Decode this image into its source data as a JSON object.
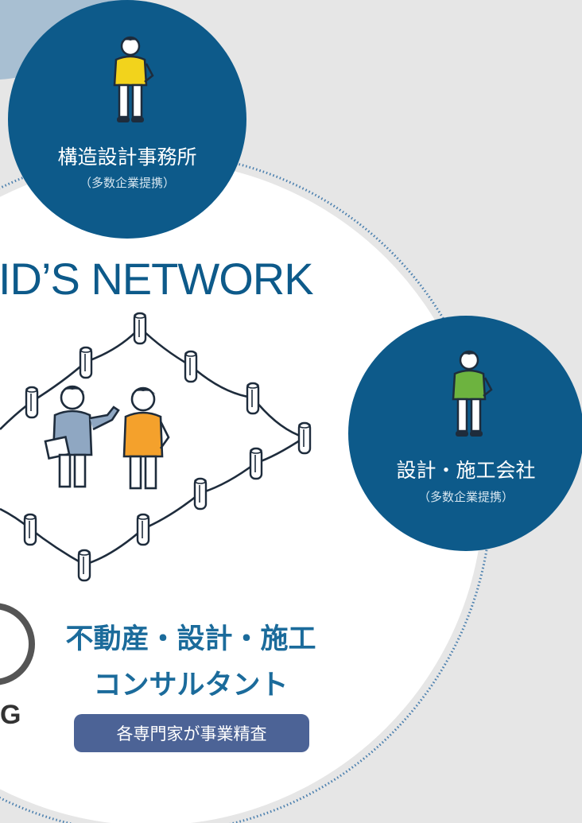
{
  "network": {
    "title": "ID’S NETWORK"
  },
  "nodes": {
    "structural": {
      "name": "構造設計事務所",
      "note": "（多数企業提携）",
      "shirt_color": "#f2d31c"
    },
    "construction": {
      "name": "設計・施工会社",
      "note": "（多数企業提携）",
      "shirt_color": "#6db33f"
    }
  },
  "consultant": {
    "line1": "不動産・設計・施工",
    "line2": "コンサルタント",
    "badge": "各専門家が事業精査",
    "shirt_color": "#f4a12c"
  },
  "partial_logo": {
    "letter": "G"
  },
  "colors": {
    "circle": "#0d5a8a",
    "dotted": "#4a7fae",
    "badge": "#4c6396",
    "accent": "#1b6b9b"
  }
}
